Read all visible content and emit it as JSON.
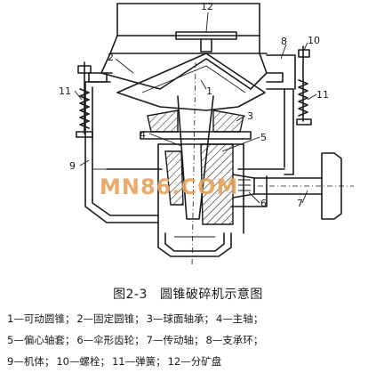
{
  "figure": {
    "watermark": "MN86.COM",
    "callouts": {
      "c1": "1",
      "c2": "2",
      "c3": "3",
      "c4": "4",
      "c5": "5",
      "c6": "6",
      "c7": "7",
      "c8": "8",
      "c9": "9",
      "c10": "10",
      "c11_left": "11",
      "c11_right": "11",
      "c12": "12"
    }
  },
  "caption": {
    "figure_number": "图2-3",
    "title": "圆锥破碎机示意图"
  },
  "legend": {
    "lines": [
      [
        "1—可动圆锥；",
        "2—固定圆锥；",
        "3—球面轴承；",
        "4—主轴；"
      ],
      [
        "5—偏心轴套；",
        "6—伞形齿轮；",
        "7—传动轴；",
        "8—支承环；"
      ],
      [
        "9—机体；",
        "10—螺栓；",
        "11—弹簧；",
        "12—分矿盘"
      ]
    ]
  }
}
